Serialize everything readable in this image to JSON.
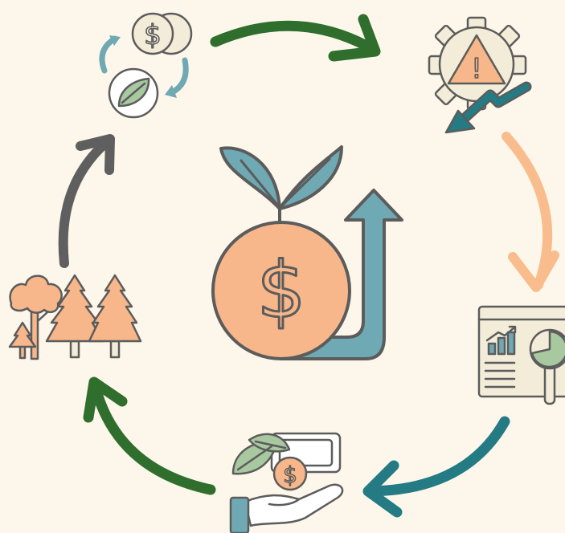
{
  "diagram": {
    "kind": "cycle",
    "nodes": [
      {
        "id": "exchange",
        "icon": "money-leaf-exchange-icon",
        "glyph": "$"
      },
      {
        "id": "risk",
        "icon": "warning-gear-down-icon",
        "glyph": "!"
      },
      {
        "id": "analytics",
        "icon": "dashboard-chart-magnifier-icon"
      },
      {
        "id": "investment",
        "icon": "hand-holding-money-icon",
        "glyph": "$"
      },
      {
        "id": "forest",
        "icon": "forest-trees-icon"
      }
    ],
    "center": {
      "icon": "money-growth-plant-icon",
      "glyph": "$"
    },
    "arrows": [
      {
        "from": "exchange",
        "to": "risk",
        "color": "#2f6e2c"
      },
      {
        "from": "risk",
        "to": "analytics",
        "color": "#f9bd8d"
      },
      {
        "from": "analytics",
        "to": "investment",
        "color": "#247b84"
      },
      {
        "from": "investment",
        "to": "forest",
        "color": "#2f6e2c"
      },
      {
        "from": "forest",
        "to": "exchange",
        "color": "#5f5f5f"
      }
    ]
  },
  "colors": {
    "background": "#fdf6ea",
    "outline": "#5c5c5c",
    "orange": "#f7b78a",
    "teal": "#72aab4",
    "cream": "#f3ecd8",
    "green_leaf": "#a8c8a0"
  }
}
